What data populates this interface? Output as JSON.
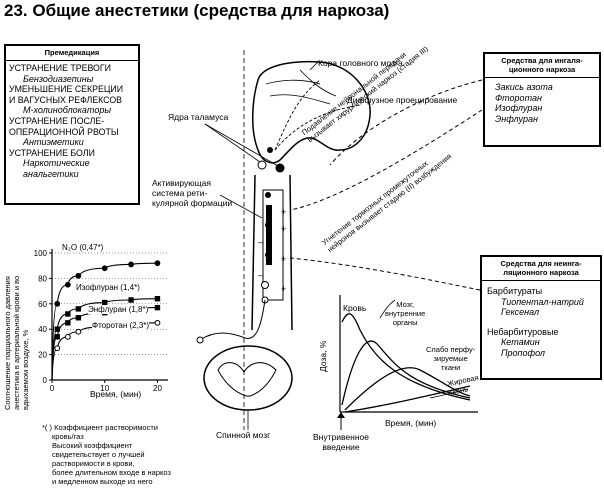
{
  "title": "23. Общие анестетики (средства для наркоза)",
  "premed": {
    "header": "Премедикация",
    "lines": [
      {
        "text": "УСТРАНЕНИЕ ТРЕВОГИ",
        "style": "caps"
      },
      {
        "text": "Бензодиазепины",
        "style": "italic"
      },
      {
        "text": "УМЕНЬШЕНИЕ СЕКРЕЦИИ",
        "style": "caps"
      },
      {
        "text": "И ВАГУСНЫХ РЕФЛЕКСОВ",
        "style": "caps"
      },
      {
        "text": "М-холиноблокаторы",
        "style": "italic"
      },
      {
        "text": "УСТРАНЕНИЕ ПОСЛЕ-",
        "style": "caps"
      },
      {
        "text": "ОПЕРАЦИОННОЙ РВОТЫ",
        "style": "caps"
      },
      {
        "text": "Антиэметики",
        "style": "italic"
      },
      {
        "text": "УСТРАНЕНИЕ БОЛИ",
        "style": "caps"
      },
      {
        "text": "Наркотические",
        "style": "italic"
      },
      {
        "text": "анальгетики",
        "style": "italic"
      }
    ]
  },
  "inhal": {
    "header": "Средства для ингаля-\nционного наркоза",
    "items": [
      "Закись азота",
      "Фторотан",
      "Изофлуран",
      "Энфлуран"
    ]
  },
  "noninhal": {
    "header": "Средства для неинга-\nляционного наркоза",
    "barb_title": "Барбитураты",
    "barb_items": [
      "Тиопентал-натрий",
      "Гексенал"
    ],
    "nonbarb_title": "Небарбитуровые",
    "nonbarb_items": [
      "Кетамин",
      "Пропофол"
    ]
  },
  "brain": {
    "cortex": "Кора головного мозга",
    "diffuse": "Диффузное проецирование",
    "thalamus": "Ядра таламуса",
    "reticular": [
      "Активирующая",
      "система рети-",
      "кулярной формации"
    ],
    "suppression": [
      "Подавление нейрональной передачи",
      "вызывает хирургический наркоз (стадия III)"
    ],
    "inhibition": [
      "Угнетение тормозных промежуточных",
      "нейронов вызывает стадию (II) возбуждения"
    ],
    "spinal": "Спинной мозг"
  },
  "graph1": {
    "ylabel": [
      "Соотношение парциального давления",
      "анестетика в артериальной крови и во",
      "вдыхаемом воздухе, %"
    ],
    "xlabel": "Время, (мин)",
    "yticks": [
      "100",
      "80",
      "60",
      "40",
      "20",
      "0"
    ],
    "xticks": [
      "0",
      "10",
      "20"
    ],
    "curves": [
      "N₂O (0,47*)",
      "Изофлуран (1,4*)",
      "Энфлуран (1,8*)",
      "Фторотан (2,3*)"
    ],
    "footnote": [
      "*( ) Коэффициент растворимости",
      "кровь/газ",
      "Высокий коэффициент",
      "свидетельствует о лучшей",
      "растворимости в крови,",
      "более длительном входе в наркоз",
      "и медленном выходе из него"
    ]
  },
  "chart_data": {
    "type": "line",
    "title": "",
    "xlabel": "Время, (мин)",
    "ylabel": "Соотношение парциального давления анестетика в артериальной крови и во вдыхаемом воздухе, %",
    "xlim": [
      0,
      22
    ],
    "ylim": [
      0,
      100
    ],
    "series": [
      {
        "name": "N₂O (0,47*)",
        "x": [
          0,
          1,
          3,
          5,
          10,
          15,
          20
        ],
        "y": [
          0,
          60,
          75,
          82,
          88,
          91,
          92
        ]
      },
      {
        "name": "Изофлуран (1,4*)",
        "x": [
          0,
          1,
          3,
          5,
          10,
          15,
          20
        ],
        "y": [
          0,
          40,
          52,
          56,
          61,
          63,
          64
        ]
      },
      {
        "name": "Энфлуран (1,8*)",
        "x": [
          0,
          1,
          3,
          5,
          10,
          15,
          20
        ],
        "y": [
          0,
          34,
          45,
          49,
          53,
          55,
          57
        ]
      },
      {
        "name": "Фторотан (2,3*)",
        "x": [
          0,
          1,
          3,
          5,
          10,
          15,
          20
        ],
        "y": [
          0,
          25,
          34,
          38,
          42,
          44,
          45
        ]
      }
    ]
  },
  "graph2": {
    "ylabel": "Доза, %",
    "xlabel": "Время, (мин)",
    "blood": "Кровь",
    "brain": [
      "Мозг,",
      "внутренние",
      "органы"
    ],
    "lowperf": [
      "Слабо перфу-",
      "зируемые",
      "ткани"
    ],
    "fat": [
      "Жировая",
      "ткань"
    ],
    "iv": [
      "Внутривенное",
      "введение"
    ]
  }
}
